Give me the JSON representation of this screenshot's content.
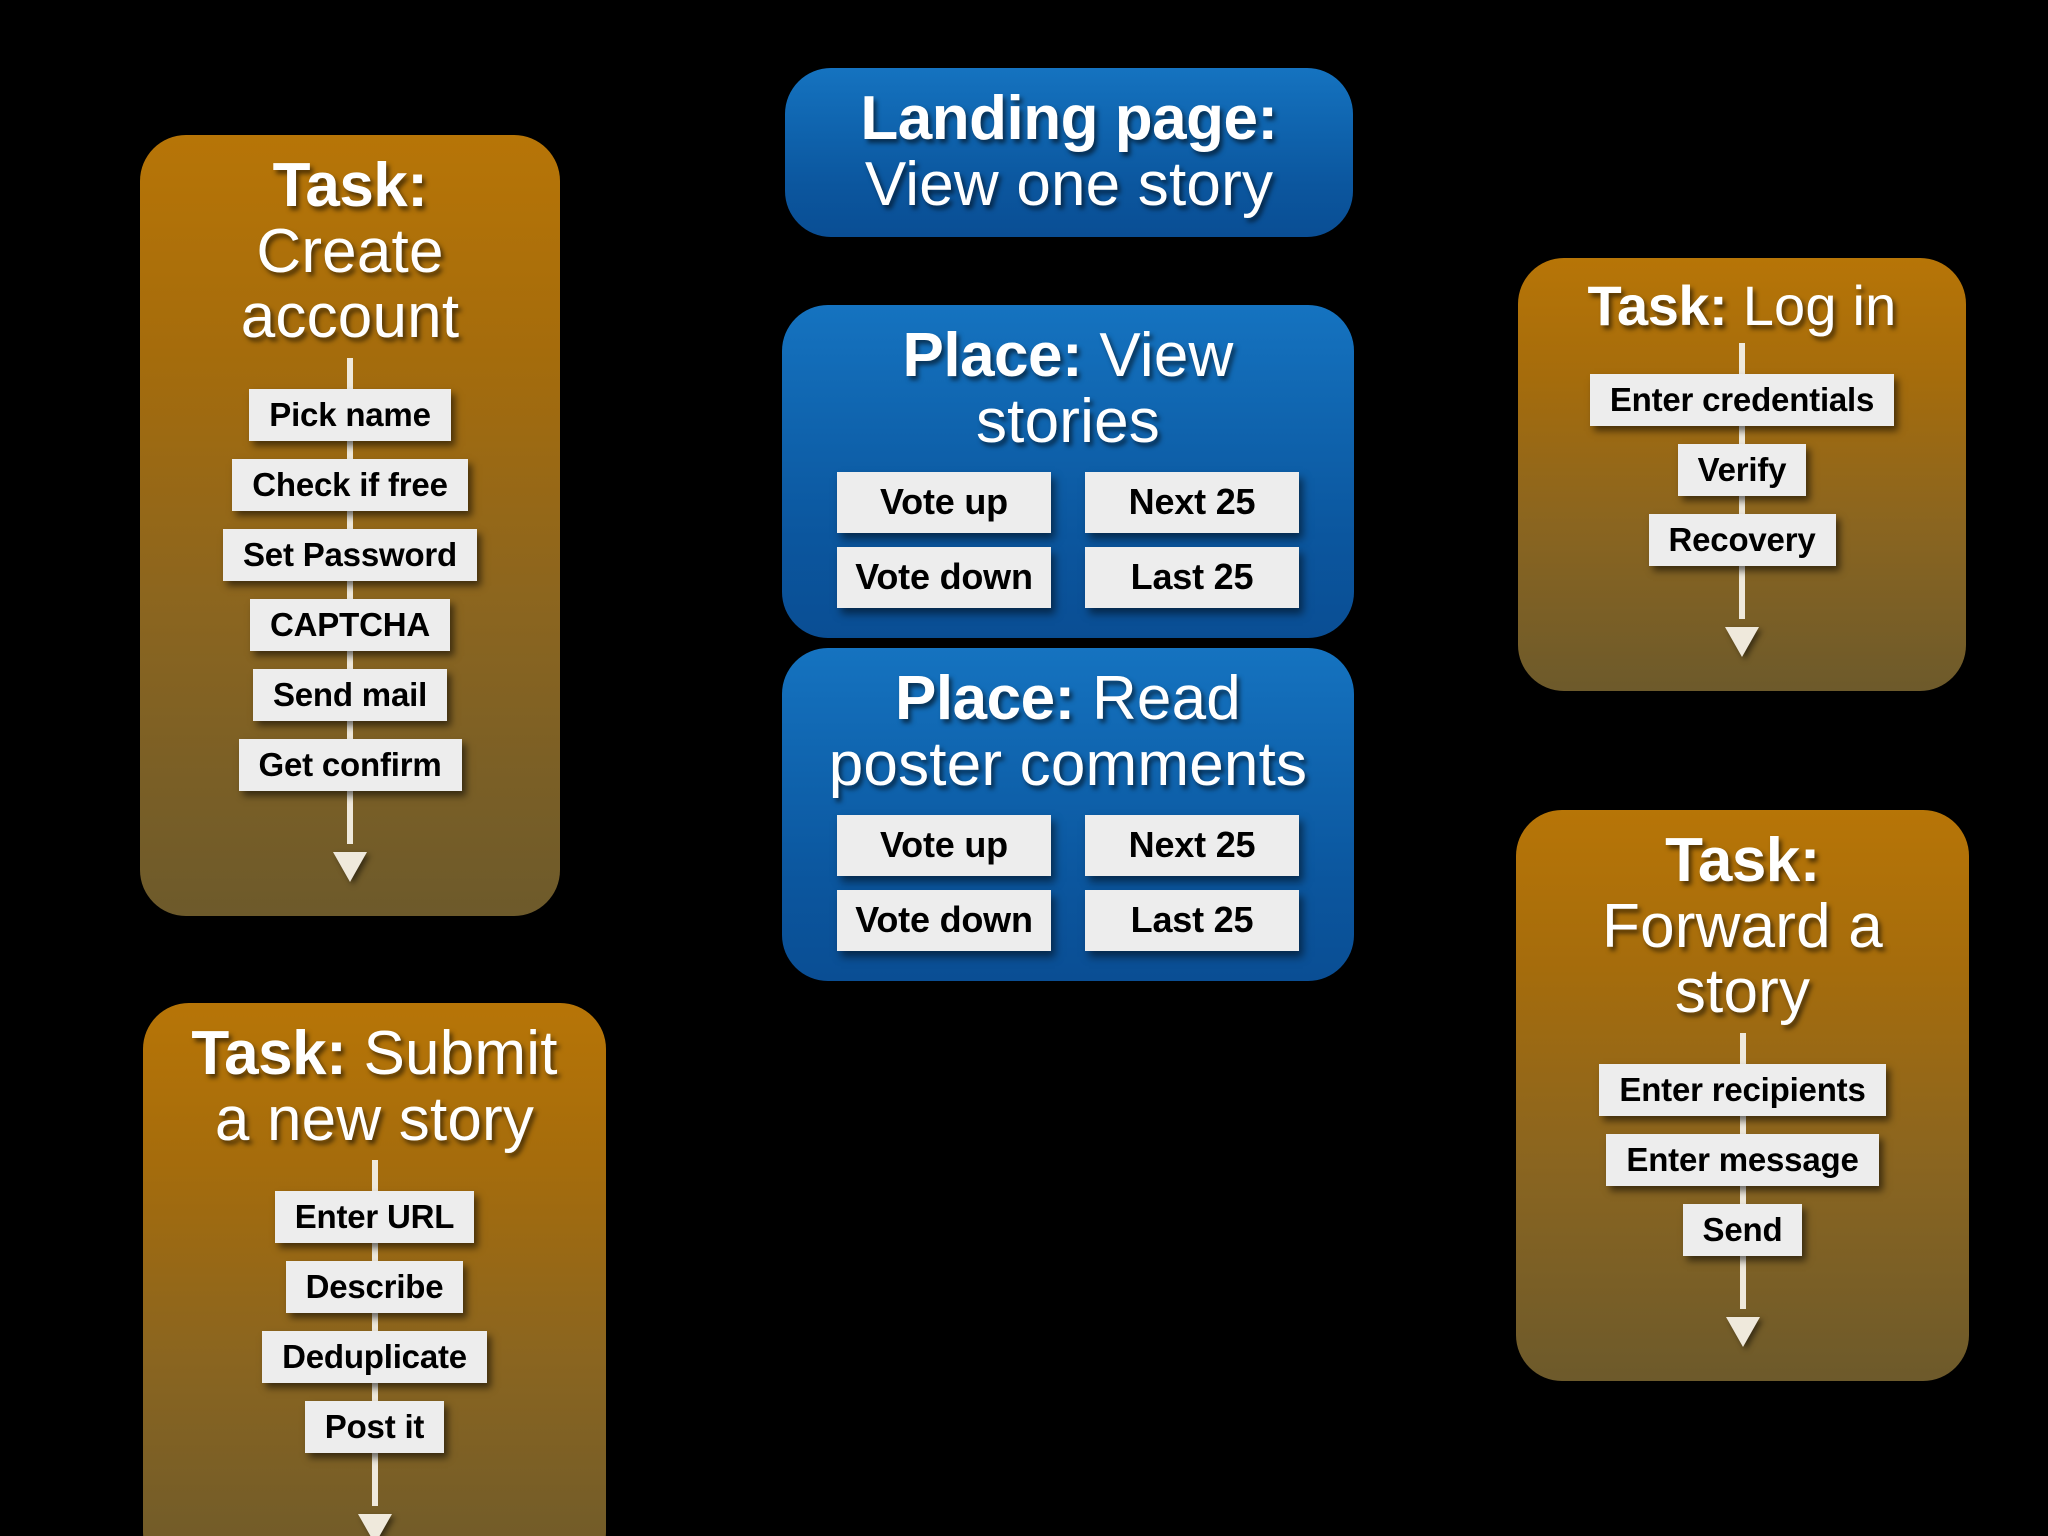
{
  "page": {
    "background_color": "#000000",
    "title": "Task and Place flow diagram"
  },
  "theme": {
    "orange_top": "#b77507",
    "orange_bottom": "#6d5a2b",
    "blue_top": "#1573c0",
    "blue_bottom": "#0a4e94",
    "step_box_bg": "#ededed",
    "step_box_text": "#000000",
    "heading_text": "#ffffff",
    "connector_line": "#efe9dc"
  },
  "cards": {
    "create_account": {
      "kind": "task",
      "keyword": "Task:",
      "title": "Create account",
      "color": "orange",
      "steps": [
        "Pick name",
        "Check if free",
        "Set Password",
        "CAPTCHA",
        "Send mail",
        "Get confirm"
      ]
    },
    "submit_story": {
      "kind": "task",
      "keyword": "Task:",
      "title": "Submit a new story",
      "color": "orange",
      "steps": [
        "Enter URL",
        "Describe",
        "Deduplicate",
        "Post it"
      ]
    },
    "landing_page": {
      "kind": "landing",
      "keyword": "Landing page:",
      "title": "View one story",
      "color": "blue",
      "steps": []
    },
    "view_stories": {
      "kind": "place",
      "keyword": "Place:",
      "title": "View stories",
      "color": "blue",
      "buttons": [
        "Vote up",
        "Next 25",
        "Vote down",
        "Last 25"
      ]
    },
    "read_comments": {
      "kind": "place",
      "keyword": "Place:",
      "title": "Read poster comments",
      "color": "blue",
      "buttons": [
        "Vote up",
        "Next 25",
        "Vote down",
        "Last 25"
      ]
    },
    "log_in": {
      "kind": "task",
      "keyword": "Task:",
      "title": "Log in",
      "color": "orange",
      "steps": [
        "Enter credentials",
        "Verify",
        "Recovery"
      ]
    },
    "forward_story": {
      "kind": "task",
      "keyword": "Task:",
      "title": "Forward a story",
      "color": "orange",
      "steps": [
        "Enter recipients",
        "Enter message",
        "Send"
      ]
    }
  }
}
